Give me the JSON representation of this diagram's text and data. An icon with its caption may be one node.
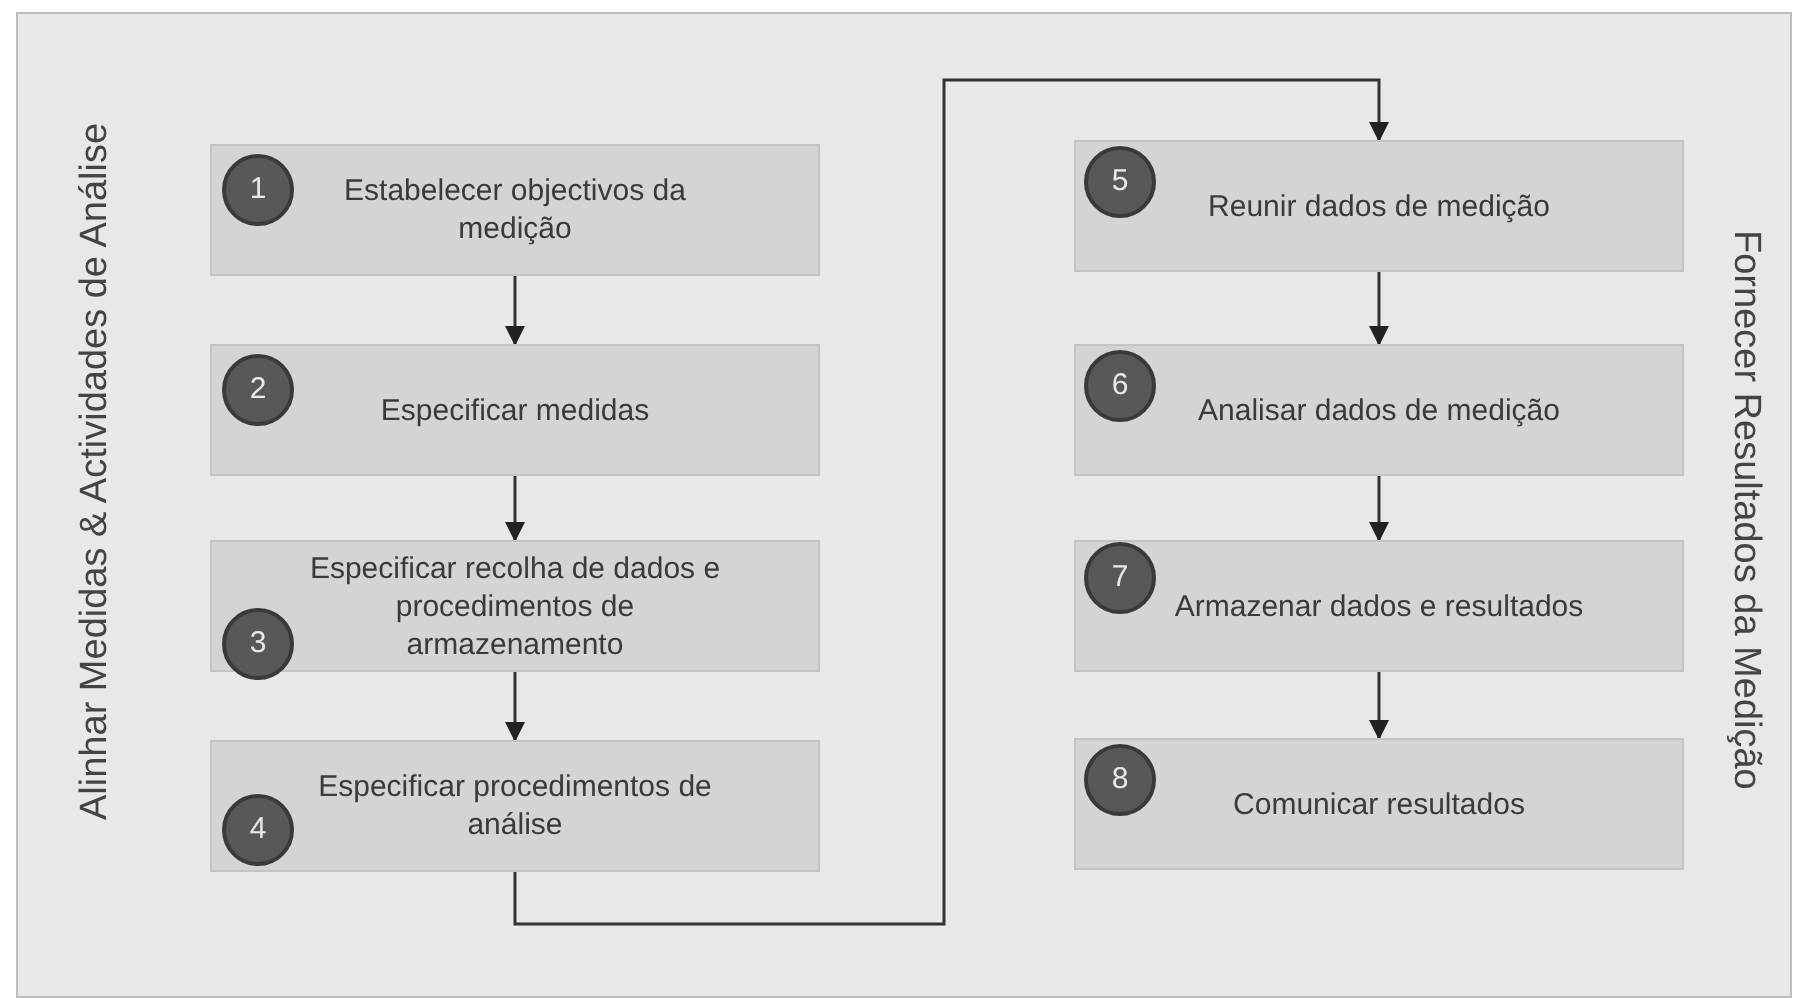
{
  "diagram": {
    "nodes": [
      {
        "text": [
          "Estabelecer objectivos da medição"
        ]
      },
      {
        "text": [
          "1"
        ],
        "in": 0
      },
      {
        "text": [
          "Especificar medidas"
        ]
      },
      {
        "text": [
          "2"
        ],
        "in": 2
      },
      {
        "text": [
          "Especificar recolha de dados e procedimentos de armazenamento"
        ]
      },
      {
        "text": [
          "3"
        ],
        "in": 4
      },
      {
        "text": [
          "Especificar procedimentos de análise"
        ]
      },
      {
        "text": [
          "4"
        ],
        "in": 6
      },
      {
        "text": [
          "Reunir dados de medição"
        ]
      },
      {
        "text": [
          "5"
        ],
        "in": 8
      },
      {
        "text": [
          "Analisar dados de medição"
        ]
      },
      {
        "text": [
          "6"
        ],
        "in": 10
      },
      {
        "text": [
          "Armazenar dados e resultados"
        ]
      },
      {
        "text": [
          "7"
        ],
        "in": 12
      },
      {
        "text": [
          "Comunicar resultados"
        ]
      },
      {
        "text": [
          "8"
        ],
        "in": 14
      }
    ],
    "edges": [
      {
        "from": 0,
        "to": 2,
        "arrow": "to"
      },
      {
        "from": 2,
        "to": 4,
        "arrow": "to"
      },
      {
        "from": 4,
        "to": 6,
        "arrow": "to"
      },
      {
        "from": 6,
        "to": 8,
        "arrow": "to"
      },
      {
        "from": 8,
        "to": 10,
        "arrow": "to"
      },
      {
        "from": 10,
        "to": 12,
        "arrow": "to"
      },
      {
        "from": 12,
        "to": 14,
        "arrow": "to"
      }
    ],
    "labels": [
      "Alinhar Medidas & Actividades de Análise",
      "Fornecer Resultados da Medição"
    ]
  }
}
